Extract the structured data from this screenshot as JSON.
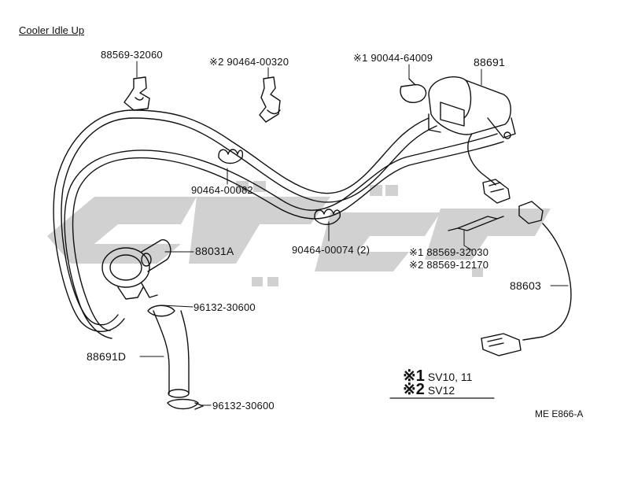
{
  "title": "Cooler Idle Up",
  "labels": {
    "p88569_32060": "88569-32060",
    "p90464_00320": "※2 90464-00320",
    "p90044_64009": "※1 90044-64009",
    "p88691": "88691",
    "p90464_00082": "90464-00082",
    "p90464_00074": "90464-00074 (2)",
    "p88569_32030": "※1 88569-32030",
    "p88569_12170": "※2 88569-12170",
    "p88031A": "88031A",
    "p88603": "88603",
    "p96132_30600_a": "96132-30600",
    "p88691D": "88691D",
    "p96132_30600_b": "96132-30600"
  },
  "legend": {
    "row1_mark": "※1",
    "row1_text": "SV10, 11",
    "row2_mark": "※2",
    "row2_text": "SV12"
  },
  "diagram_code": "ME E866-A",
  "colors": {
    "line": "#111111",
    "watermark": "#c8c8c8"
  }
}
